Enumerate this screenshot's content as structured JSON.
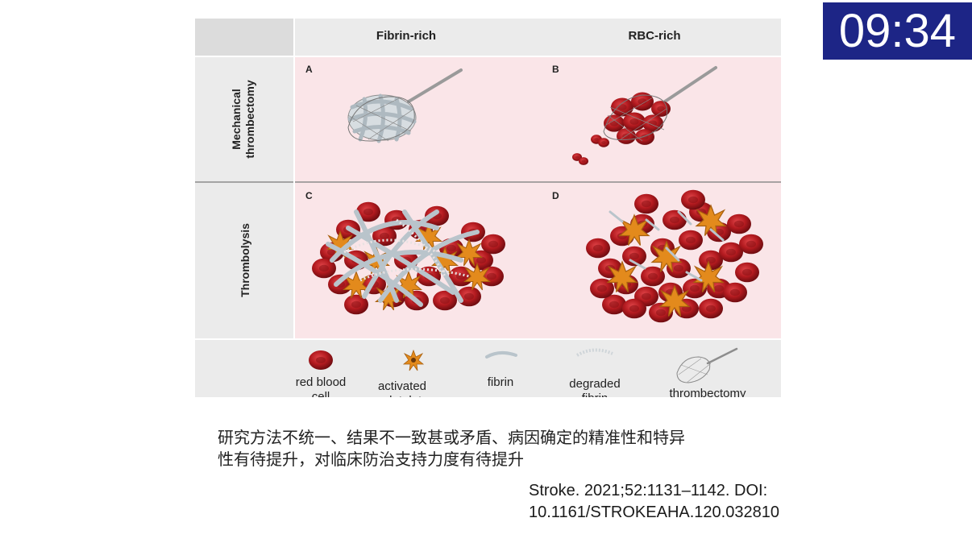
{
  "timer": {
    "text": "09:34"
  },
  "figure": {
    "columns": [
      "Fibrin-rich",
      "RBC-rich"
    ],
    "rows": [
      "Mechanical thrombectomy",
      "Thrombolysis"
    ],
    "panels": [
      "A",
      "B",
      "C",
      "D"
    ],
    "legend": [
      "red blood cell",
      "activated platelet",
      "fibrin",
      "degraded fibrin",
      "thrombectomy device"
    ],
    "colors": {
      "panel_bg": "#fae5e8",
      "header_bg": "#ebebeb",
      "rbc": "#b21a1f",
      "platelet": "#e38a1c",
      "fibrin": "#b9c4cb"
    }
  },
  "caption": {
    "line1": "研究方法不统一、结果不一致甚或矛盾、病因确定的精准性和特异",
    "line2": "性有待提升，对临床防治支持力度有待提升"
  },
  "citation": {
    "line1": "Stroke. 2021;52:1131–1142. DOI:",
    "line2": "10.1161/STROKEAHA.120.032810"
  }
}
